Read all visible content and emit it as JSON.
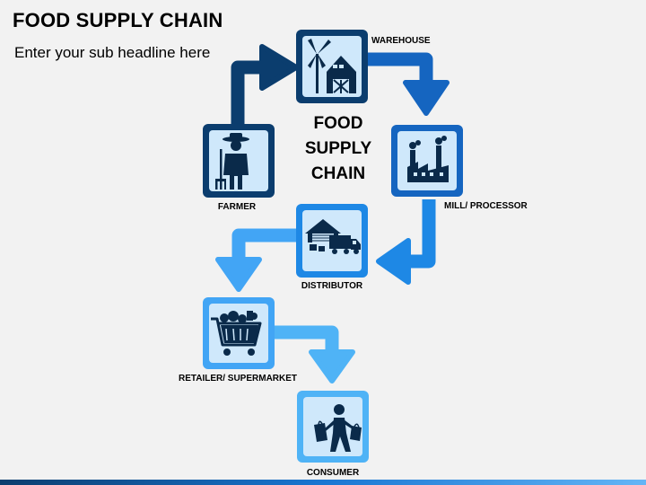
{
  "header": {
    "title": "FOOD SUPPLY CHAIN",
    "subtitle": "Enter your sub headline here"
  },
  "center_text": [
    "FOOD",
    "SUPPLY",
    "CHAIN"
  ],
  "stages": [
    {
      "label": "FARMER",
      "icon": "farmer-icon"
    },
    {
      "label": "WAREHOUSE",
      "icon": "warehouse-icon"
    },
    {
      "label": "MILL/ PROCESSOR",
      "icon": "factory-icon"
    },
    {
      "label": "DISTRIBUTOR",
      "icon": "distributor-icon"
    },
    {
      "label": "RETAILER/ SUPERMARKET",
      "icon": "shopping-cart-icon"
    },
    {
      "label": "CONSUMER",
      "icon": "consumer-icon"
    }
  ],
  "colors": {
    "dark_blue": "#0b3d6e",
    "mid_blue": "#1565c0",
    "bright_blue": "#1e88e5",
    "light_blue": "#42a5f5",
    "sky_blue": "#4fb3f6",
    "icon_fill": "#0a2a4a",
    "tile_inner": "#cfe8fb",
    "background": "#f2f2f2"
  }
}
